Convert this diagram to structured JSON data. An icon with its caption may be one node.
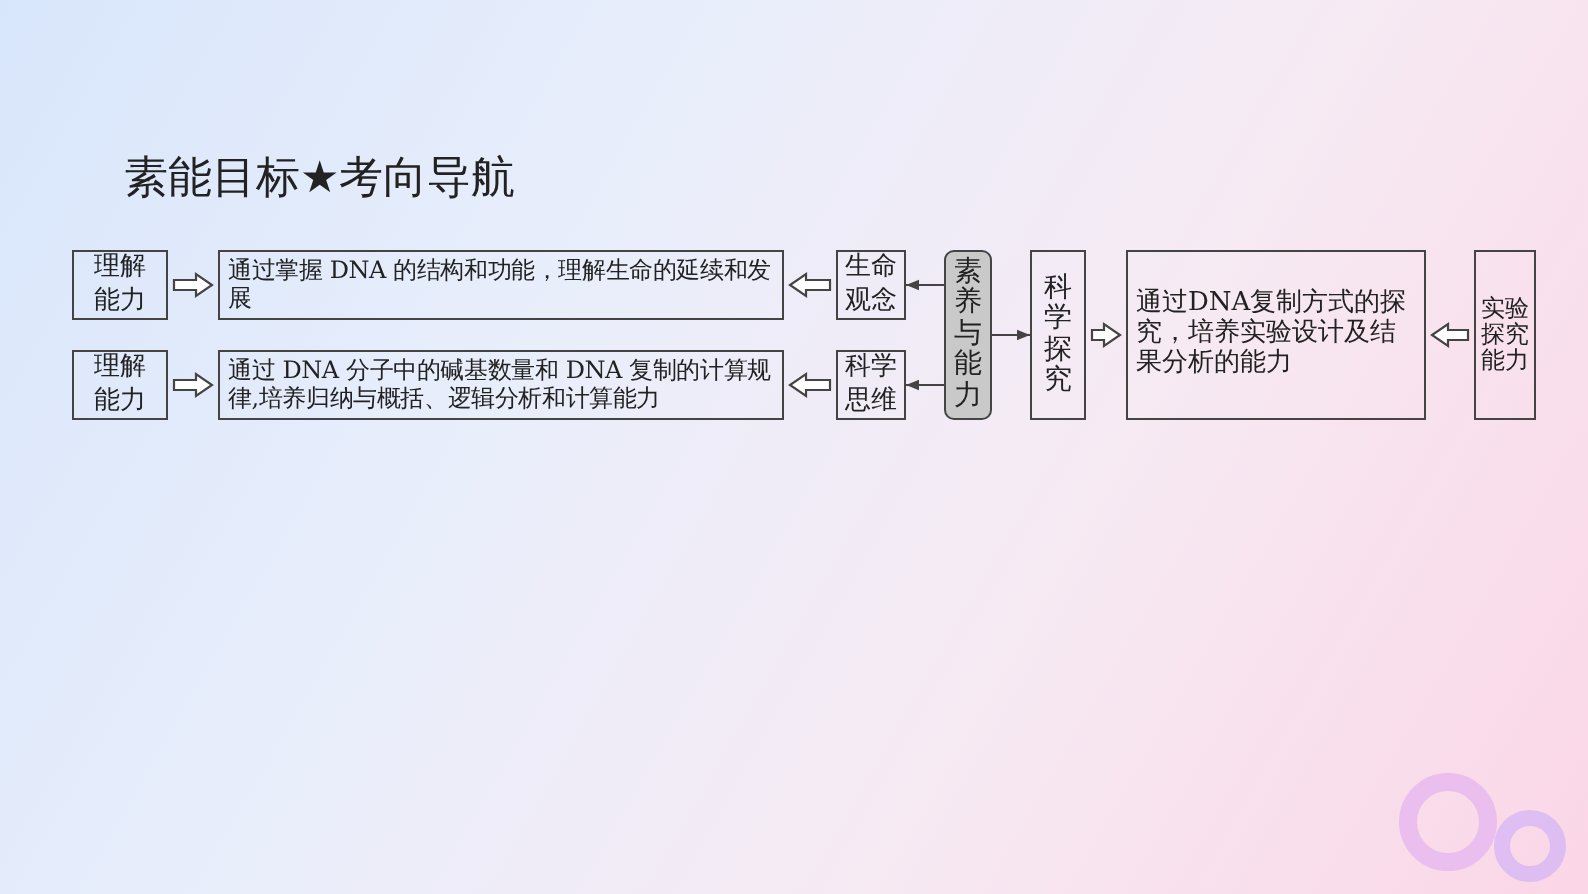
{
  "diagram": {
    "title": "素能目标★考向导航",
    "nodes": [
      {
        "text": [
          "理解能力"
        ]
      },
      {
        "text": [
          "通过掌握 DNA 的结构和功能，理解生命的延续和发展"
        ]
      },
      {
        "text": [
          "生命观念"
        ]
      },
      {
        "text": [
          "素养与能力"
        ]
      },
      {
        "text": [
          "科学探究"
        ]
      },
      {
        "text": [
          "通过DNA复制方式的探究，培养实验设计及结果分析的能力"
        ]
      },
      {
        "text": [
          "实验探究能力"
        ]
      },
      {
        "text": [
          "理解能力"
        ]
      },
      {
        "text": [
          "通过 DNA 分子中的碱基数量和 DNA 复制的计算规律,培养归纳与概括、逻辑分析和计算能力"
        ]
      },
      {
        "text": [
          "科学思维"
        ]
      }
    ],
    "edges": [
      {
        "from": 0,
        "to": 1,
        "arrow": "to",
        "style": "thick"
      },
      {
        "from": 2,
        "to": 1,
        "arrow": "to",
        "style": "thick"
      },
      {
        "from": 3,
        "to": 2,
        "arrow": "to"
      },
      {
        "from": 3,
        "to": 9,
        "arrow": "to"
      },
      {
        "from": 3,
        "to": 4,
        "arrow": "to"
      },
      {
        "from": 4,
        "to": 5,
        "arrow": "to",
        "style": "thick"
      },
      {
        "from": 6,
        "to": 5,
        "arrow": "to",
        "style": "thick"
      },
      {
        "from": 7,
        "to": 8,
        "arrow": "to",
        "style": "thick"
      },
      {
        "from": 9,
        "to": 8,
        "arrow": "to",
        "style": "thick"
      }
    ]
  }
}
